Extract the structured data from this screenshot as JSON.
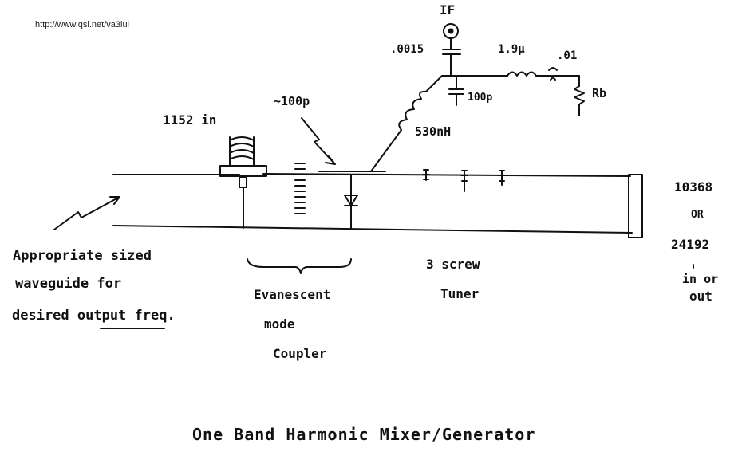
{
  "url": "http://www.qsl.net/va3iul",
  "title": "One Band Harmonic Mixer/Generator",
  "labels": {
    "if_port": "IF",
    "cap_0015": ".0015",
    "ind_19u": "1.9µ",
    "cap_01": ".01",
    "cap_100p": "100p",
    "res_rb": "Rb",
    "ind_530nh": "530nH",
    "cap_100p_approx": "~100p",
    "input_1152": "1152 in",
    "freq_10368": "10368",
    "freq_or": "OR",
    "freq_24192": "24192",
    "in_or": "in or",
    "out": "out",
    "waveguide_1": "Appropriate sized",
    "waveguide_2": "waveguide for",
    "waveguide_3": "desired output freq.",
    "evanescent_1": "Evanescent",
    "evanescent_2": "mode",
    "evanescent_3": "Coupler",
    "tuner_1": "3 screw",
    "tuner_2": "Tuner"
  }
}
